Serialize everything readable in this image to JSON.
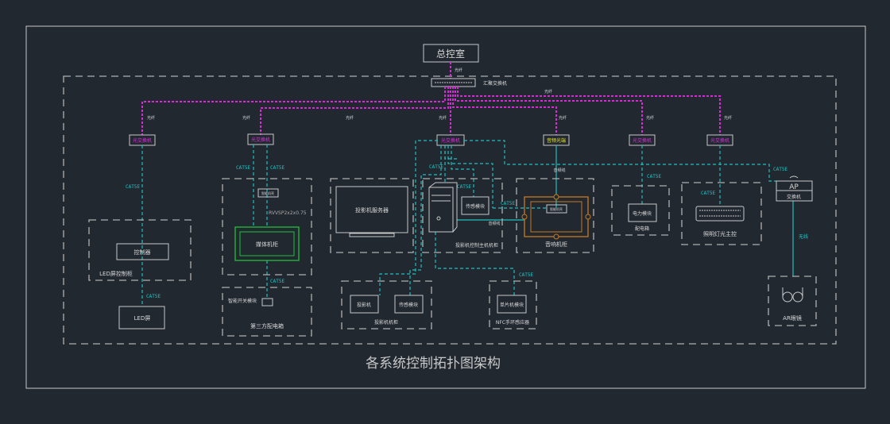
{
  "title": "各系统控制拓扑图架构",
  "control_room": "总控室",
  "core_switch": "汇聚交换机",
  "fiber_label": "光纤",
  "cat_label": "CAT5E",
  "fiber_switch": "光交换机",
  "audio_optical": "音频光端",
  "audio_line": "音频线",
  "wireless": "无线",
  "cable_spec": "RVVSP2x2x0.75",
  "smart_device": "智能机壳",
  "led": {
    "controller": "控制器",
    "cabinet": "LED屏控制柜",
    "screen": "LED屏"
  },
  "media": {
    "cabinet": "媒体机柜"
  },
  "third": {
    "switch_module": "智能开关模块",
    "box": "第三方配电箱"
  },
  "projector_server": "投影机服务器",
  "proj_host": {
    "sensor": "传感模块",
    "label": "投影机控制主机机柜"
  },
  "audio": {
    "device": "智能机壳",
    "cabinet": "音响机柜"
  },
  "power": {
    "module": "电力模块",
    "box": "配电箱"
  },
  "lighting": "照明灯光主控",
  "ap": {
    "top": "AP",
    "bottom": "交换机"
  },
  "ar": "AR眼镜",
  "proj_cab": {
    "projector": "投影机",
    "sensor": "传感模块",
    "label": "投影机机柜"
  },
  "nfc": {
    "module": "单片机模块",
    "label": "NFC手环感应器"
  },
  "colors": {
    "fiber": "#d52ad5",
    "cat5e": "#1fbfbf",
    "audio_optical": "#e8e820",
    "media_box": "#1fbf3a",
    "audio_box": "#c87820",
    "background": "#212830"
  }
}
